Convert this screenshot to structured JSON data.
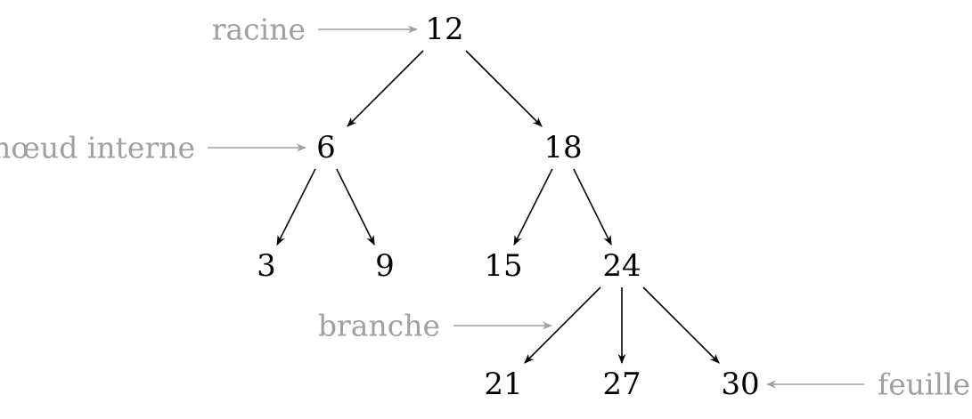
{
  "tree": {
    "nodes": [
      {
        "id": "n12",
        "label": "12"
      },
      {
        "id": "n6",
        "label": "6"
      },
      {
        "id": "n18",
        "label": "18"
      },
      {
        "id": "n3",
        "label": "3"
      },
      {
        "id": "n9",
        "label": "9"
      },
      {
        "id": "n15",
        "label": "15"
      },
      {
        "id": "n24",
        "label": "24"
      },
      {
        "id": "n21",
        "label": "21"
      },
      {
        "id": "n27",
        "label": "27"
      },
      {
        "id": "n30",
        "label": "30"
      }
    ],
    "edges": [
      {
        "from": "n12",
        "to": "n6"
      },
      {
        "from": "n12",
        "to": "n18"
      },
      {
        "from": "n6",
        "to": "n3"
      },
      {
        "from": "n6",
        "to": "n9"
      },
      {
        "from": "n18",
        "to": "n15"
      },
      {
        "from": "n18",
        "to": "n24"
      },
      {
        "from": "n24",
        "to": "n21"
      },
      {
        "from": "n24",
        "to": "n27"
      },
      {
        "from": "n24",
        "to": "n30"
      }
    ]
  },
  "annotations": [
    {
      "id": "racine",
      "label": "racine"
    },
    {
      "id": "interne",
      "label": "nœud interne"
    },
    {
      "id": "branche",
      "label": "branche"
    },
    {
      "id": "feuille",
      "label": "feuille"
    }
  ],
  "colors": {
    "node_text": "#000000",
    "edge": "#000000",
    "annotation": "#a0a0a0"
  }
}
